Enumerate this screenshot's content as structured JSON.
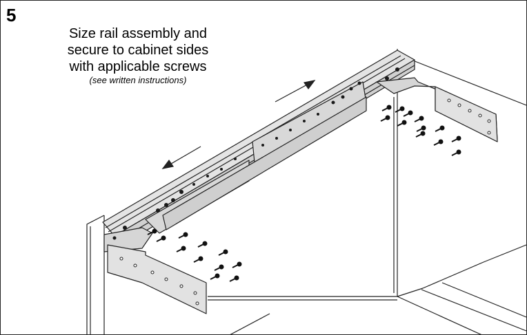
{
  "step": {
    "number": "5"
  },
  "caption": {
    "lines": [
      "Size rail assembly and",
      "secure to cabinet sides",
      "with applicable screws"
    ],
    "note": "(see written instructions)"
  },
  "colors": {
    "line": "#222222",
    "metal": "#d4d4d4",
    "metal_light": "#ececec",
    "hole": "#1a1a1a",
    "screw": "#111111"
  }
}
